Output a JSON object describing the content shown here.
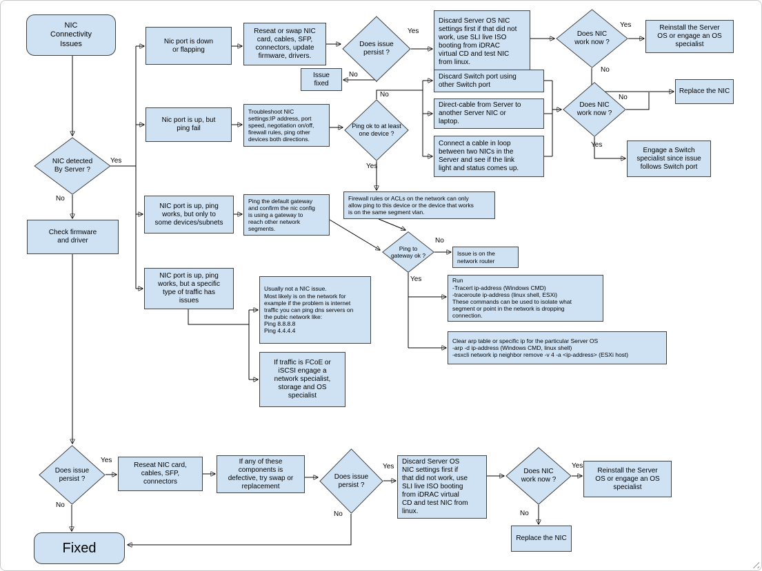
{
  "colors": {
    "node_fill": "#cfe2f3",
    "node_border": "#404040",
    "edge": "#000000",
    "canvas_bg": "#ffffff",
    "canvas_border": "#c9c9c9"
  },
  "edge_labels": {
    "yes": "Yes",
    "no": "No"
  },
  "nodes": {
    "start": {
      "text": "NIC\nConnectivity\nIssues"
    },
    "nic_detected": {
      "text": "NIC detected\nBy Server ?"
    },
    "check_firmware": {
      "text": "Check firmware\nand driver"
    },
    "port_down": {
      "text": "Nic port is down\nor flapping"
    },
    "port_up_ping_fail": {
      "text": "Nic port is up, but\nping fail"
    },
    "ping_some": {
      "text": "NIC port is up, ping\nworks, but only to\nsome devices/subnets"
    },
    "traffic_issues": {
      "text": "NIC port is up, ping\nworks, but a specific\ntype of traffic has\nissues"
    },
    "reseat_swap": {
      "text": "Reseat or swap NIC\ncard, cables, SFP,\nconnectors, update\nfirmware, drivers."
    },
    "persist_top": {
      "text": "Does issue\npersist ?"
    },
    "issue_fixed": {
      "text": "Issue\nfixed"
    },
    "discard_os_top": {
      "text": "Discard Server OS NIC\nsettings first if that did not\nwork, use SLI live ISO\nbooting from iDRAC\nvirtual CD and  test NIC\nfrom linux."
    },
    "work_now_top": {
      "text": "Does NIC\nwork now ?"
    },
    "reinstall_top": {
      "text": "Reinstall the Server\nOS or engage an OS\nspecialist"
    },
    "replace_nic_right": {
      "text": "Replace the NIC"
    },
    "troubleshoot": {
      "text": "Troubleshoot NIC\nsettings:IP address, port\nspeed, negotiation on/off,\nfirewall rules, ping other\ndevices both directions."
    },
    "ping_ok_one": {
      "text": "Ping ok to at least\none device ?"
    },
    "discard_switch": {
      "text": "Discard Switch port using\nother Switch port"
    },
    "direct_cable": {
      "text": "Direct-cable from Server to\nanother Server NIC or\nlaptop."
    },
    "loop_cable": {
      "text": "Connect a cable in loop\nbetween two NICs in the\nServer and see if the link\nlight and status comes up."
    },
    "work_now_mid": {
      "text": "Does NIC\nwork now ?"
    },
    "engage_switch": {
      "text": "Engage a Switch\nspecialist since issue\nfollows Switch port"
    },
    "firewall_note": {
      "text": "Firewall rules or ACLs on the network can only\nallow ping to this device or the device that works\nis on the same segment vlan."
    },
    "ping_gateway_box": {
      "text": "Ping the default gateway\nand confirm the nic config\nis using a gateway to\nreach other network\nsegments."
    },
    "gateway_ok": {
      "text": "Ping to\ngateway ok ?"
    },
    "router_issue": {
      "text": "Issue is on the\nnetwork router"
    },
    "run_tracert": {
      "text": "Run\n-Tracert ip-address (Windows CMD)\n-traceroute ip-address (linux shell, ESXi)\nThese commands can be used to isolate what\nsegment or point in the network is dropping\nconnection."
    },
    "clear_arp": {
      "text": "Clear arp table or specific ip for the particular Server OS\n-arp -d ip-address (Windows CMD, linux shell)\n-esxcli network ip neighbor remove -v 4 -a <ip-address> (ESXi host)"
    },
    "not_nic": {
      "text": "Usually not a NIC issue.\nMost likely is on the network for\nexample if the problem is internet\ntraffic you can ping dns servers on\nthe pubic network like:\nPing 8.8.8.8\nPing 4.4.4.4"
    },
    "fcoe": {
      "text": "If traffic  is  FCoE or\niSCSI engage a\nnetwork specialist,\nstorage and OS\nspecialist"
    },
    "persist_bottom_left": {
      "text": "Does issue\npersist ?"
    },
    "reseat_bottom": {
      "text": "Reseat NIC card,\ncables, SFP,\nconnectors"
    },
    "swap_replace": {
      "text": "If any of these\ncomponents is\ndefective, try swap or\nreplacement"
    },
    "persist_bottom_mid": {
      "text": "Does issue\npersist ?"
    },
    "discard_os_bottom": {
      "text": "Discard Server OS\nNIC settings first if\nthat did not work, use\nSLI live ISO  booting\nfrom iDRAC virtual\nCD and  test NIC from\nlinux."
    },
    "work_now_bottom": {
      "text": "Does NIC\nwork now ?"
    },
    "reinstall_bottom": {
      "text": "Reinstall the Server\nOS or engage an OS\nspecialist"
    },
    "replace_nic_bottom": {
      "text": "Replace the NIC"
    },
    "fixed": {
      "text": "Fixed"
    }
  }
}
